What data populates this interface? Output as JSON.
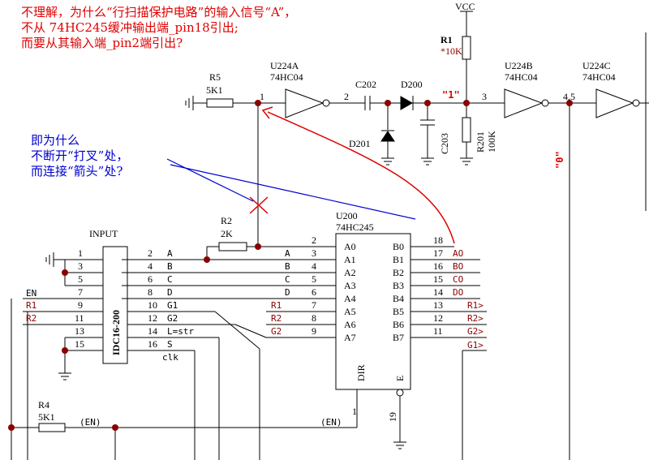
{
  "question": {
    "line1": "不理解，为什么“行扫描保护电路”的输入信号“A”，",
    "line2": "不从 74HC245缓冲输出端_pin18引出;",
    "line3": "而要从其输入端_pin2端引出?"
  },
  "note": {
    "line1": "即为什么",
    "line2": "不断开“打叉”处，",
    "line3": "而连接“箭头”处?"
  },
  "labels": {
    "vcc": "VCC",
    "r1_name": "R1",
    "r1_val": "*10K",
    "r5_name": "R5",
    "r5_val": "5K1",
    "u224a_name": "U224A",
    "u224a_type": "74HC04",
    "u224b_name": "U224B",
    "u224b_type": "74HC04",
    "u224c_name": "U224C",
    "u224c_type": "74HC04",
    "c202": "C202",
    "d200": "D200",
    "d201": "D201",
    "c203": "C203",
    "r201_name": "R201",
    "r201_val": "100K",
    "node_1": "1",
    "node_2": "2",
    "node_3": "3",
    "node_45": "4,5",
    "logic_one": "\"1\"",
    "logic_zero": "\"0\"",
    "r2_name": "R2",
    "r2_val": "2K",
    "u200_name": "U200",
    "u200_type": "74HC245",
    "input_label": "INPUT",
    "idc_label": "IDC16-200",
    "r4_name": "R4",
    "r4_val": "5K1",
    "en": "EN",
    "en_net": "(EN)",
    "en_net2": "(EN)",
    "dir": "DIR",
    "e": "E",
    "pin19": "19",
    "pin1": "1",
    "clk": "clk"
  },
  "u200": {
    "a_pins": [
      "A0",
      "A1",
      "A2",
      "A3",
      "A4",
      "A5",
      "A6",
      "A7"
    ],
    "a_nums": [
      "2",
      "3",
      "4",
      "5",
      "6",
      "7",
      "8",
      "9"
    ],
    "b_pins": [
      "B0",
      "B1",
      "B2",
      "B3",
      "B4",
      "B5",
      "B6",
      "B7"
    ],
    "b_nums": [
      "18",
      "17",
      "16",
      "15",
      "14",
      "13",
      "12",
      "11"
    ],
    "a_nets": [
      "",
      "A",
      "B",
      "C",
      "D",
      "R1",
      "R2",
      "G2"
    ],
    "b_nets": [
      "",
      "AO",
      "BO",
      "CO",
      "DO",
      "R1>",
      "R2>",
      "G2>"
    ]
  },
  "b_extra": "G1>",
  "idc": {
    "left_nums": [
      "1",
      "3",
      "5",
      "7",
      "9",
      "11",
      "13",
      "15"
    ],
    "left_nets": [
      "",
      "",
      "",
      "EN",
      "R1",
      "R2",
      "",
      ""
    ],
    "right_nums": [
      "2",
      "4",
      "6",
      "8",
      "10",
      "12",
      "14",
      "16"
    ],
    "right_nets": [
      "A",
      "B",
      "C",
      "D",
      "G1",
      "G2",
      "L=str",
      "S"
    ]
  }
}
